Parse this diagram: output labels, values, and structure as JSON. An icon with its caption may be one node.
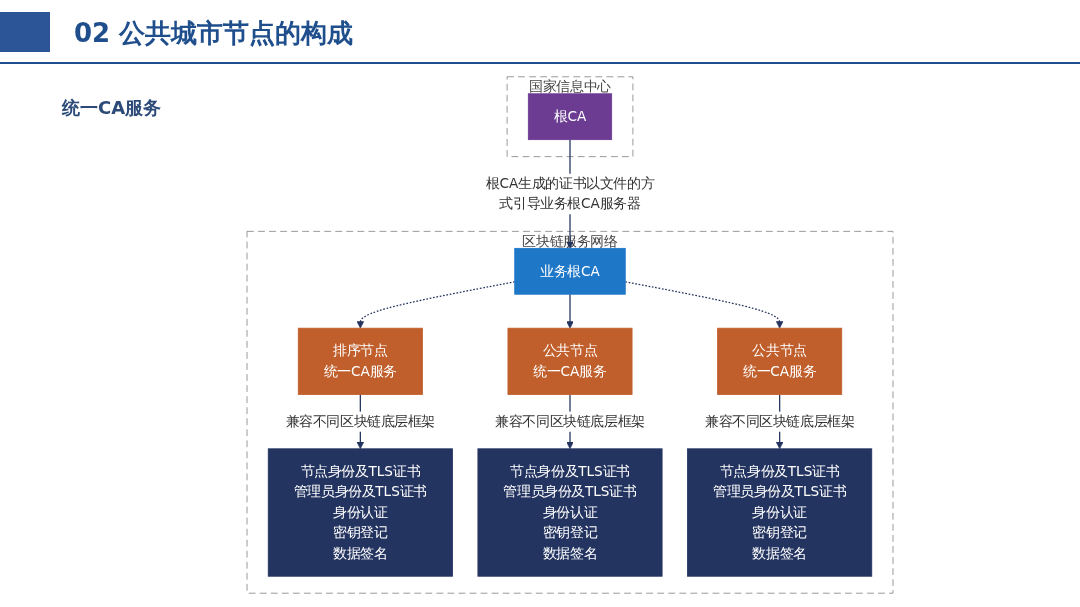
{
  "diagram": {
    "title": "02 公共城市节点的构成",
    "nodes": [
      {
        "text": [
          "国家信息中心"
        ]
      },
      {
        "text": [
          "根CA"
        ],
        "in": 0
      },
      {
        "text": [
          "区块链服务网络"
        ]
      },
      {
        "text": [
          "业务根CA"
        ],
        "in": 2
      },
      {
        "text": [
          "排序节点",
          "统一CA服务"
        ],
        "in": 2
      },
      {
        "text": [
          "公共节点",
          "统一CA服务"
        ],
        "in": 2
      },
      {
        "text": [
          "公共节点",
          "统一CA服务"
        ],
        "in": 2
      },
      {
        "text": [
          "节点身份及TLS证书",
          "管理员身份及TLS证书",
          "身份认证",
          "密钥登记",
          "数据签名"
        ],
        "in": 2
      },
      {
        "text": [
          "节点身份及TLS证书",
          "管理员身份及TLS证书",
          "身份认证",
          "密钥登记",
          "数据签名"
        ],
        "in": 2
      },
      {
        "text": [
          "节点身份及TLS证书",
          "管理员身份及TLS证书",
          "身份认证",
          "密钥登记",
          "数据签名"
        ],
        "in": 2
      }
    ],
    "edges": [
      {
        "from": 1,
        "to": 3,
        "arrow": "to",
        "label": "根CA生成的证书以文件的方式引导业务根CA服务器"
      },
      {
        "from": 3,
        "to": 4,
        "arrow": "to",
        "style": "dashed"
      },
      {
        "from": 3,
        "to": 5,
        "arrow": "to"
      },
      {
        "from": 3,
        "to": 6,
        "arrow": "to",
        "style": "dashed"
      },
      {
        "from": 4,
        "to": 7,
        "arrow": "to",
        "label": "兼容不同区块链底层框架"
      },
      {
        "from": 5,
        "to": 8,
        "arrow": "to",
        "label": "兼容不同区块链底层框架"
      },
      {
        "from": 6,
        "to": 9,
        "arrow": "to",
        "label": "兼容不同区块链底层框架"
      }
    ],
    "labels": [
      "统一CA服务"
    ]
  }
}
